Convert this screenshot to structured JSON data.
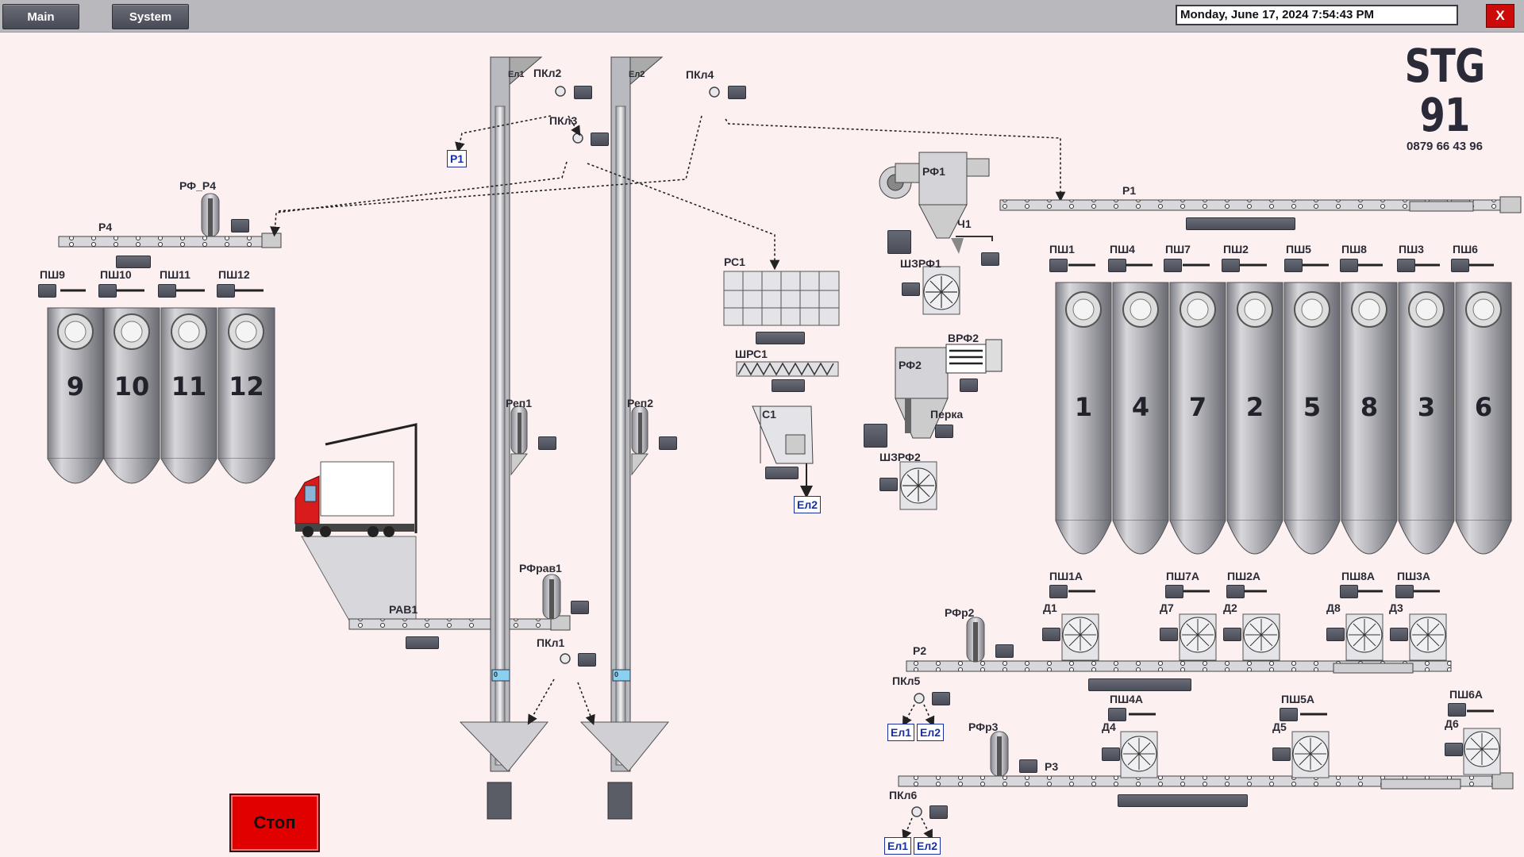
{
  "topbar": {
    "main_label": "Main",
    "system_label": "System",
    "datetime": "Monday, June 17, 2024 7:54:43 PM",
    "close_label": "X"
  },
  "logo": {
    "title": "STG 91",
    "phone": "0879 66 43 96"
  },
  "stop_label": "Стоп",
  "labels": {
    "pkl2": "ПКл2",
    "pkl3": "ПКл3",
    "pkl4": "ПКл4",
    "pkl1": "ПКл1",
    "pkl5": "ПКл5",
    "pkl6": "ПКл6",
    "el1_top": "Ел1",
    "el2_top": "Ел2",
    "rep1": "Реп1",
    "rep2": "Реп2",
    "rf_r4": "РФ_Р4",
    "r4": "Р4",
    "rfrav1": "РФрав1",
    "rav1": "РАВ1",
    "rs1": "РС1",
    "shrs1": "ШРС1",
    "c1": "С1",
    "rf1": "РФ1",
    "ch1": "Ч1",
    "shzrf1": "ШЗРФ1",
    "rf2": "РФ2",
    "vrf2": "ВРФ2",
    "perka": "Перка",
    "shzrf2": "ШЗРФ2",
    "r1": "Р1",
    "r2": "Р2",
    "r3": "Р3",
    "rfr2": "РФр2",
    "rfr3": "РФр3",
    "d1": "Д1",
    "d7": "Д7",
    "d2": "Д2",
    "d8": "Д8",
    "d3": "Д3",
    "d4": "Д4",
    "d5": "Д5",
    "d6": "Д6",
    "psh1a": "ПШ1А",
    "psh7a": "ПШ7А",
    "psh2a": "ПШ2А",
    "psh8a": "ПШ8А",
    "psh3a": "ПШ3А",
    "psh4a": "ПШ4А",
    "psh5a": "ПШ5А",
    "psh6a": "ПШ6А"
  },
  "dests": {
    "p1": "Р1",
    "el2_c1": "Ел2",
    "el1_pkl5": "Ел1",
    "el2_pkl5": "Ел2",
    "el1_pkl6": "Ел1",
    "el2_pkl6": "Ел2"
  },
  "silos_left": [
    {
      "gate": "ПШ9",
      "num": "9"
    },
    {
      "gate": "ПШ10",
      "num": "10"
    },
    {
      "gate": "ПШ11",
      "num": "11"
    },
    {
      "gate": "ПШ12",
      "num": "12"
    }
  ],
  "silos_right": [
    {
      "gate": "ПШ1",
      "num": "1"
    },
    {
      "gate": "ПШ4",
      "num": "4"
    },
    {
      "gate": "ПШ7",
      "num": "7"
    },
    {
      "gate": "ПШ2",
      "num": "2"
    },
    {
      "gate": "ПШ5",
      "num": "5"
    },
    {
      "gate": "ПШ8",
      "num": "8"
    },
    {
      "gate": "ПШ3",
      "num": "3"
    },
    {
      "gate": "ПШ6",
      "num": "6"
    }
  ],
  "elevator_counters": {
    "el1": "0",
    "el2": "0"
  },
  "colors": {
    "background": "#fdf0f0",
    "stop": "#e00000",
    "dest_text": "#1a2fa0",
    "truck_cab": "#d81c1c"
  }
}
